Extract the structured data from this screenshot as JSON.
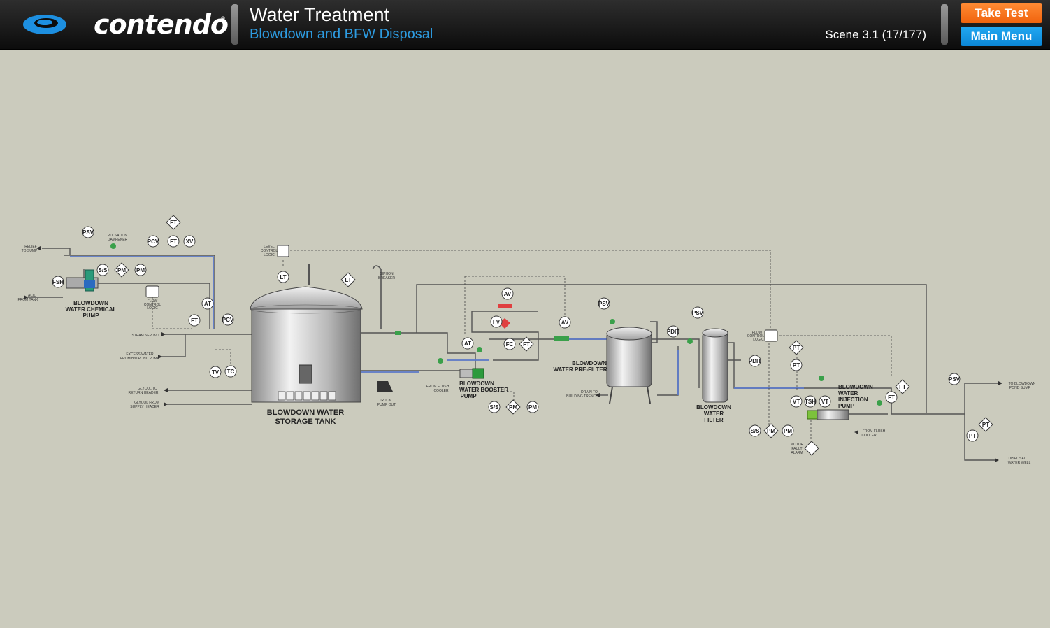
{
  "header": {
    "logo_text": "contendo",
    "title": "Water Treatment",
    "subtitle": "Blowdown and BFW Disposal",
    "scene": "Scene 3.1 (17/177)",
    "take_test_label": "Take Test",
    "main_menu_label": "Main Menu"
  },
  "equipment": {
    "chem_pump": [
      "BLOWDOWN",
      "WATER CHEMICAL",
      "PUMP"
    ],
    "storage_tank": [
      "BLOWDOWN WATER",
      "STORAGE TANK"
    ],
    "booster_pump": [
      "BLOWDOWN",
      "WATER BOOSTER",
      "PUMP"
    ],
    "prefilter": [
      "BLOWDOWN",
      "WATER PRE-FILTER"
    ],
    "filter": [
      "BLOWDOWN",
      "WATER",
      "FILTER"
    ],
    "injection_pump": [
      "BLOWDOWN",
      "WATER",
      "INJECTION",
      "PUMP"
    ]
  },
  "notes": {
    "relief_to_sump": [
      "RELIEF",
      "TO SUMP"
    ],
    "acid_from_tank": [
      "ACID",
      "FROM TANK"
    ],
    "pulsation_dampener": [
      "PULSATION",
      "DAMPENER"
    ],
    "flow_control_logic": [
      "FLOW",
      "CONTROL",
      "LOGIC"
    ],
    "level_control_logic": [
      "LEVEL",
      "CONTROL",
      "LOGIC"
    ],
    "steam_sep": "STEAM SEP. B/D",
    "excess_water": [
      "EXCESS WATER",
      "FROM B/D POND PUMP"
    ],
    "glycol_return": [
      "GLYCOL TO",
      "RETURN HEADER"
    ],
    "glycol_supply": [
      "GLYCOL FROM",
      "SUPPLY HEADER"
    ],
    "siphon_breaker": [
      "SIPHON",
      "BREAKER"
    ],
    "truck_pump_out": [
      "TRUCK",
      "PUMP OUT"
    ],
    "from_flush_cooler": [
      "FROM FLUSH",
      "COOLER"
    ],
    "drain_trench": [
      "DRAIN TO",
      "BUILDING TRENCH"
    ],
    "flow_control_logic2": [
      "FLOW",
      "CONTROL",
      "LOGIC"
    ],
    "from_flush_cooler2": [
      "FROM FLUSH",
      "COOLER"
    ],
    "motor_fault": [
      "MOTOR",
      "FAULT",
      "ALARM"
    ],
    "to_pond_sump": [
      "TO BLOWDOWN",
      "POND SUMP"
    ],
    "disposal_well": [
      "DISPOSAL",
      "WATER WELL"
    ]
  },
  "instruments": {
    "psv_1": "PSV",
    "fsh_1": "FSH",
    "ss_1": "S/S",
    "pm_1": "PM",
    "pm_2": "PM",
    "pcv_1": "PCV",
    "ft_1": "FT",
    "ft_2": "FT",
    "xv_1": "XV",
    "at_1": "AT",
    "ft_3": "FT",
    "pcv_2": "PCV",
    "tv_1": "TV",
    "tc_1": "TC",
    "lt_1": "LT",
    "lt_2": "LT",
    "av_1": "AV",
    "fv_1": "FV",
    "at_2": "AT",
    "fc_1": "FC",
    "ft_4": "FT",
    "av_2": "AV",
    "ss_2": "S/S",
    "pm_3": "PM",
    "pm_4": "PM",
    "psv_2": "PSV",
    "pdit_1": "PDIT",
    "psv_3": "PSV",
    "pdit_2": "PDIT",
    "pt_1": "PT",
    "pt_2": "PT",
    "vt_1": "VT",
    "tsh_1": "TSH",
    "vt_2": "VT",
    "ss_3": "S/S",
    "pm_5": "PM",
    "pm_6": "PM",
    "ft_5": "FT",
    "ft_6": "FT",
    "psv_4": "PSV",
    "pt_3": "PT",
    "pt_4": "PT"
  },
  "colors": {
    "accent_blue": "#2d9be0",
    "accent_orange": "#f26a12",
    "background": "#cbcbbd"
  }
}
